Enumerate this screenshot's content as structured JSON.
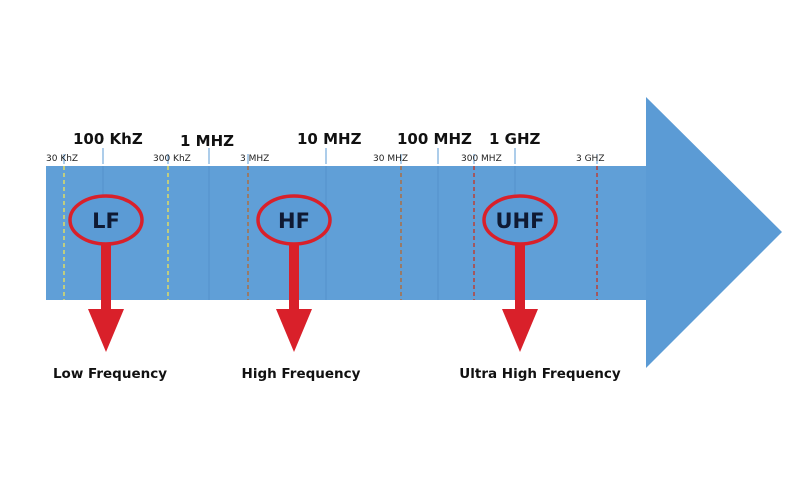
{
  "colors": {
    "arrow_fill": "#5b9bd5",
    "shaft_highlight": "#6aa6dc",
    "marker_red": "#d9202a",
    "boundary_yellow": "#e8e05a",
    "boundary_brown": "#b06a3a",
    "boundary_red": "#c0392b",
    "tick_blue": "#5b9bd5"
  },
  "top_labels": [
    {
      "id": "100khz",
      "text": "100 KhZ"
    },
    {
      "id": "1mhz",
      "text": "1 MHZ"
    },
    {
      "id": "10mhz",
      "text": "10 MHZ"
    },
    {
      "id": "100mhz",
      "text": "100 MHZ"
    },
    {
      "id": "1ghz",
      "text": "1 GHZ"
    }
  ],
  "boundary_labels": [
    {
      "id": "30khz",
      "text": "30 KhZ"
    },
    {
      "id": "300khz",
      "text": "300 KhZ"
    },
    {
      "id": "3mhz",
      "text": "3 MHZ"
    },
    {
      "id": "30mhz",
      "text": "30 MHZ"
    },
    {
      "id": "300mhz",
      "text": "300 MHZ"
    },
    {
      "id": "3ghz",
      "text": "3 GHZ"
    }
  ],
  "bands": [
    {
      "id": "lf",
      "abbr": "LF",
      "caption": "Low Frequency"
    },
    {
      "id": "hf",
      "abbr": "HF",
      "caption": "High Frequency"
    },
    {
      "id": "uhf",
      "abbr": "UHF",
      "caption": "Ultra High Frequency"
    }
  ]
}
